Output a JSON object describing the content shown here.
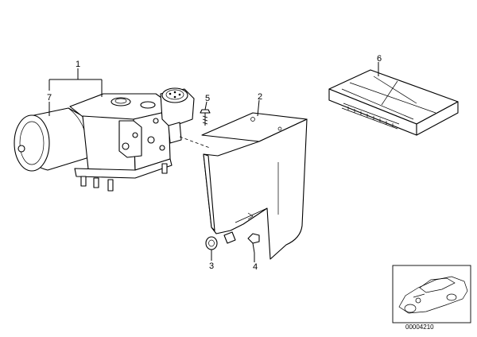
{
  "callouts": {
    "c1": "1",
    "c2": "2",
    "c3": "3",
    "c4": "4",
    "c5": "5",
    "c6": "6",
    "c7": "7"
  },
  "doc_number": "00004210"
}
